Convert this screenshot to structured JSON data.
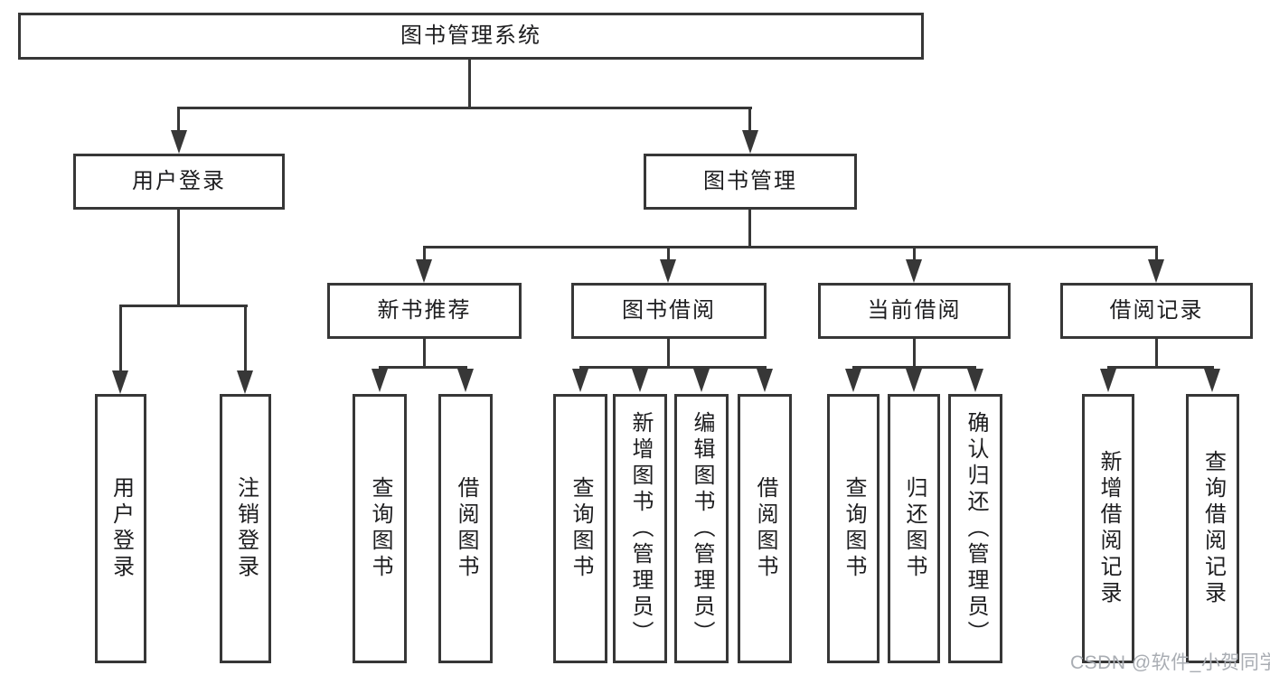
{
  "nodes": {
    "root": {
      "label": "图书管理系统"
    },
    "level2": [
      {
        "label": "用户登录"
      },
      {
        "label": "图书管理"
      }
    ],
    "level3": [
      {
        "label": "新书推荐",
        "parent": "图书管理"
      },
      {
        "label": "图书借阅",
        "parent": "图书管理"
      },
      {
        "label": "当前借阅",
        "parent": "图书管理"
      },
      {
        "label": "借阅记录",
        "parent": "图书管理"
      }
    ],
    "leaves": [
      {
        "label": "用户登录",
        "parent": "用户登录"
      },
      {
        "label": "注销登录",
        "parent": "用户登录"
      },
      {
        "label": "查询图书",
        "parent": "新书推荐"
      },
      {
        "label": "借阅图书",
        "parent": "新书推荐"
      },
      {
        "label": "查询图书",
        "parent": "图书借阅"
      },
      {
        "label": "新增图书（管理员）",
        "parent": "图书借阅"
      },
      {
        "label": "编辑图书（管理员）",
        "parent": "图书借阅"
      },
      {
        "label": "借阅图书",
        "parent": "图书借阅"
      },
      {
        "label": "查询图书",
        "parent": "当前借阅"
      },
      {
        "label": "归还图书",
        "parent": "当前借阅"
      },
      {
        "label": "确认归还（管理员）",
        "parent": "当前借阅"
      },
      {
        "label": "新增借阅记录",
        "parent": "借阅记录"
      },
      {
        "label": "查询借阅记录",
        "parent": "借阅记录"
      }
    ]
  },
  "watermark": "CSDN @软件_小贺同学",
  "colors": {
    "line": "#373737",
    "text": "#1d1d1f",
    "background": "#ffffff",
    "watermark": "#a9adb3"
  }
}
